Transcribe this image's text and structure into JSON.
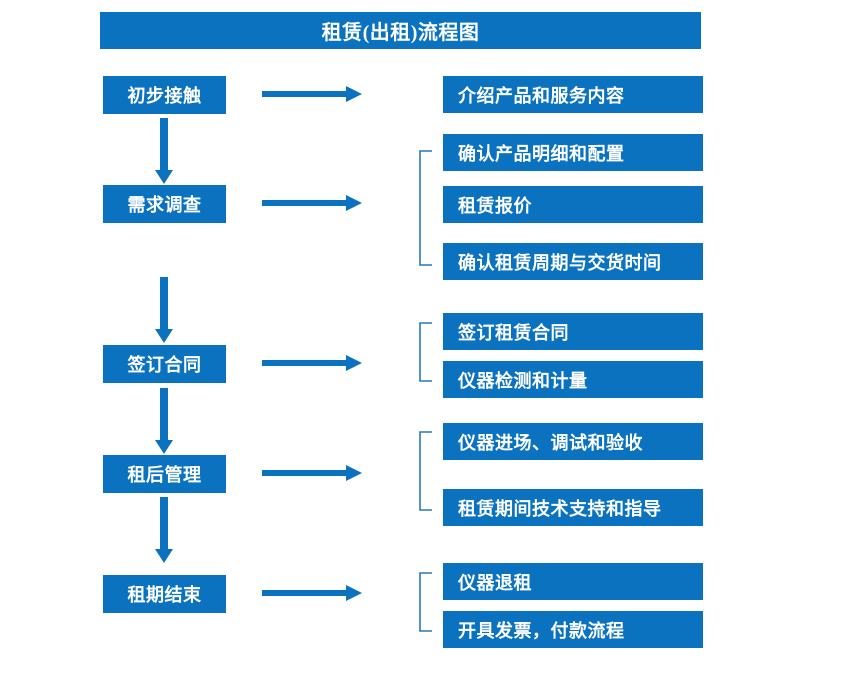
{
  "diagram": {
    "title": "租赁(出租)流程图",
    "accent_color": "#0b72bf",
    "text_color": "#ffffff",
    "background_color": "#ffffff",
    "stages": [
      {
        "id": "initial-contact",
        "label": "初步接触",
        "details": [
          "介绍产品和服务内容"
        ],
        "has_bracket": false
      },
      {
        "id": "needs-survey",
        "label": "需求调查",
        "details": [
          "确认产品明细和配置",
          "租赁报价",
          "确认租赁周期与交货时间"
        ],
        "has_bracket": true
      },
      {
        "id": "sign-contract",
        "label": "签订合同",
        "details": [
          "签订租赁合同",
          "仪器检测和计量"
        ],
        "has_bracket": true
      },
      {
        "id": "post-rental-management",
        "label": "租后管理",
        "details": [
          "仪器进场、调试和验收",
          "租赁期间技术支持和指导"
        ],
        "has_bracket": true
      },
      {
        "id": "lease-end",
        "label": "租期结束",
        "details": [
          "仪器退租",
          "开具发票，付款流程"
        ],
        "has_bracket": true
      }
    ],
    "connectors": {
      "horizontal_arrow": "right-arrow-icon",
      "vertical_arrow": "down-arrow-icon",
      "bracket": "brace-bracket-icon"
    }
  },
  "chart_data": {
    "type": "diagram",
    "title": "租赁(出租)流程图",
    "nodes": [
      {
        "stage": "初步接触",
        "outputs": [
          "介绍产品和服务内容"
        ]
      },
      {
        "stage": "需求调查",
        "outputs": [
          "确认产品明细和配置",
          "租赁报价",
          "确认租赁周期与交货时间"
        ]
      },
      {
        "stage": "签订合同",
        "outputs": [
          "签订租赁合同",
          "仪器检测和计量"
        ]
      },
      {
        "stage": "租后管理",
        "outputs": [
          "仪器进场、调试和验收",
          "租赁期间技术支持和指导"
        ]
      },
      {
        "stage": "租期结束",
        "outputs": [
          "仪器退租",
          "开具发票，付款流程"
        ]
      }
    ],
    "flow": [
      "初步接触",
      "需求调查",
      "签订合同",
      "租后管理",
      "租期结束"
    ]
  }
}
